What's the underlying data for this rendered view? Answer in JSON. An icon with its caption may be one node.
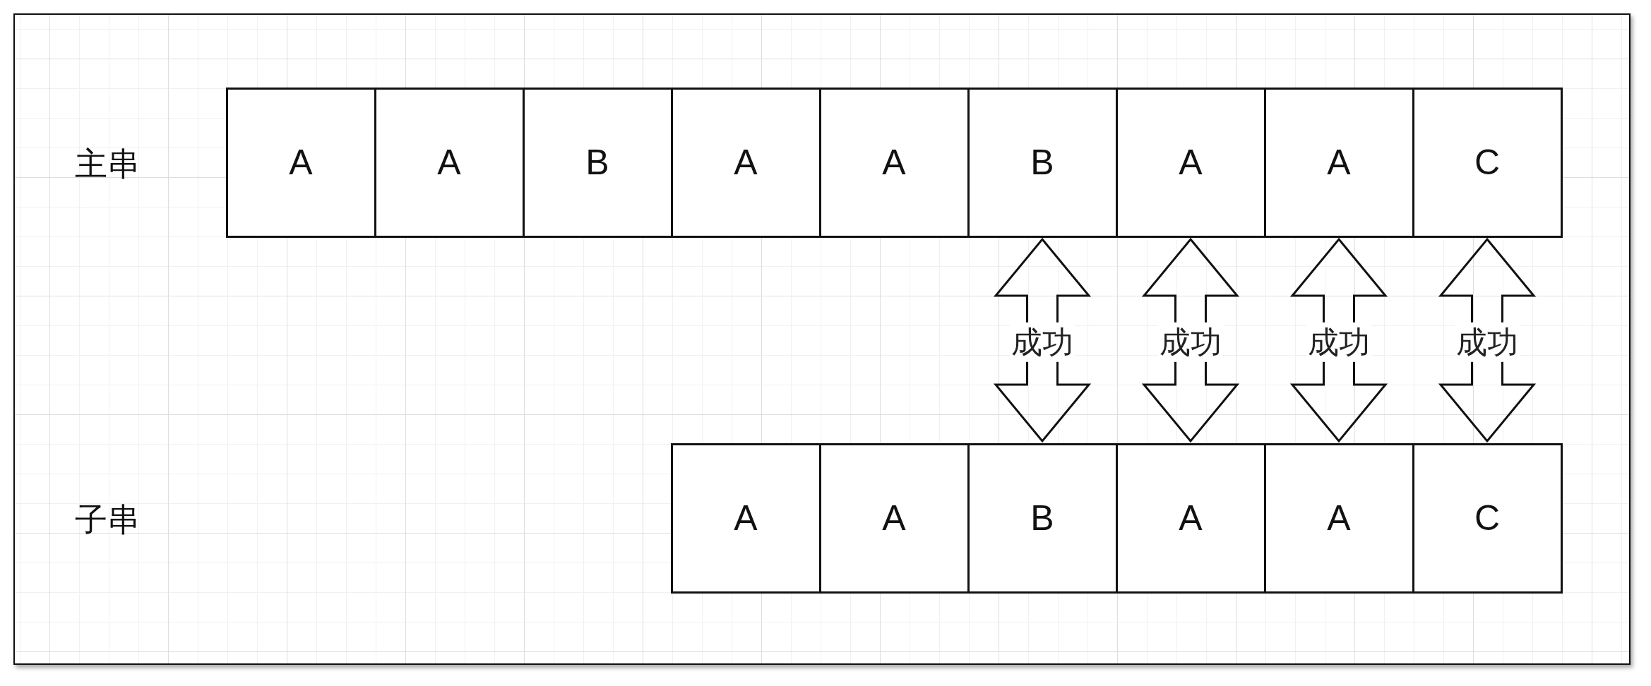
{
  "diagram": {
    "nodes": [
      {
        "text": [
          "A"
        ]
      },
      {
        "text": [
          "A"
        ]
      },
      {
        "text": [
          "B"
        ]
      },
      {
        "text": [
          "A"
        ]
      },
      {
        "text": [
          "A"
        ]
      },
      {
        "text": [
          "B"
        ]
      },
      {
        "text": [
          "A"
        ]
      },
      {
        "text": [
          "A"
        ]
      },
      {
        "text": [
          "C"
        ]
      },
      {
        "text": [
          "A"
        ]
      },
      {
        "text": [
          "A"
        ]
      },
      {
        "text": [
          "B"
        ]
      },
      {
        "text": [
          "A"
        ]
      },
      {
        "text": [
          "A"
        ]
      },
      {
        "text": [
          "C"
        ]
      }
    ],
    "edges": [
      {
        "from": 5,
        "to": 11,
        "arrow": "both",
        "label": "成功"
      },
      {
        "from": 6,
        "to": 12,
        "arrow": "both",
        "label": "成功"
      },
      {
        "from": 7,
        "to": 13,
        "arrow": "both",
        "label": "成功"
      },
      {
        "from": 8,
        "to": 14,
        "arrow": "both",
        "label": "成功"
      }
    ],
    "labels": [
      "主串",
      "子串"
    ]
  }
}
